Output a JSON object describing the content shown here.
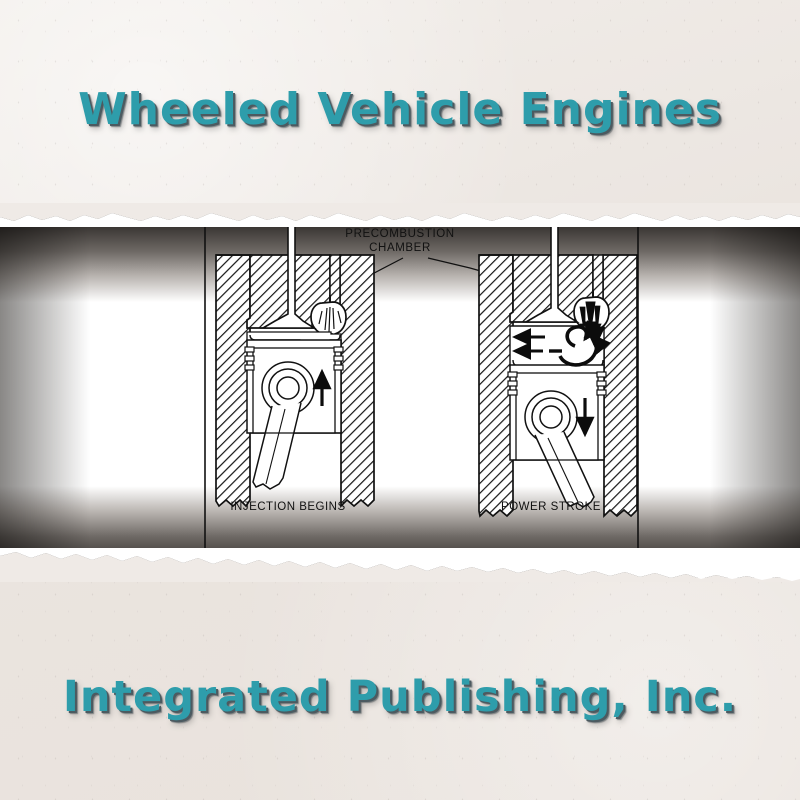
{
  "page": {
    "title": "Wheeled Vehicle Engines",
    "footer": "Integrated Publishing, Inc.",
    "accent_color": "#2e9dab",
    "shadow_color": "#4c5a60",
    "paper_color": "#efeae6",
    "plate_color": "#ffffff",
    "vignette_color": "#2a2724"
  },
  "diagram": {
    "name": "diesel-precombustion-chamber-cycle",
    "callout_label_line1": "PRECOMBUSTION",
    "callout_label_line2": "CHAMBER",
    "panels": [
      {
        "id": "left",
        "caption": "INJECTION BEGINS",
        "piston_direction": "up",
        "piston_arrow": "↑",
        "chamber_contents": "fuel spray",
        "swirl_arrows": false
      },
      {
        "id": "right",
        "caption": "POWER STROKE",
        "piston_direction": "down",
        "piston_arrow": "↓",
        "chamber_contents": "burning gases jet",
        "swirl_arrows": true
      }
    ],
    "line_color": "#111111",
    "hatch_color": "#1a1a1a"
  }
}
